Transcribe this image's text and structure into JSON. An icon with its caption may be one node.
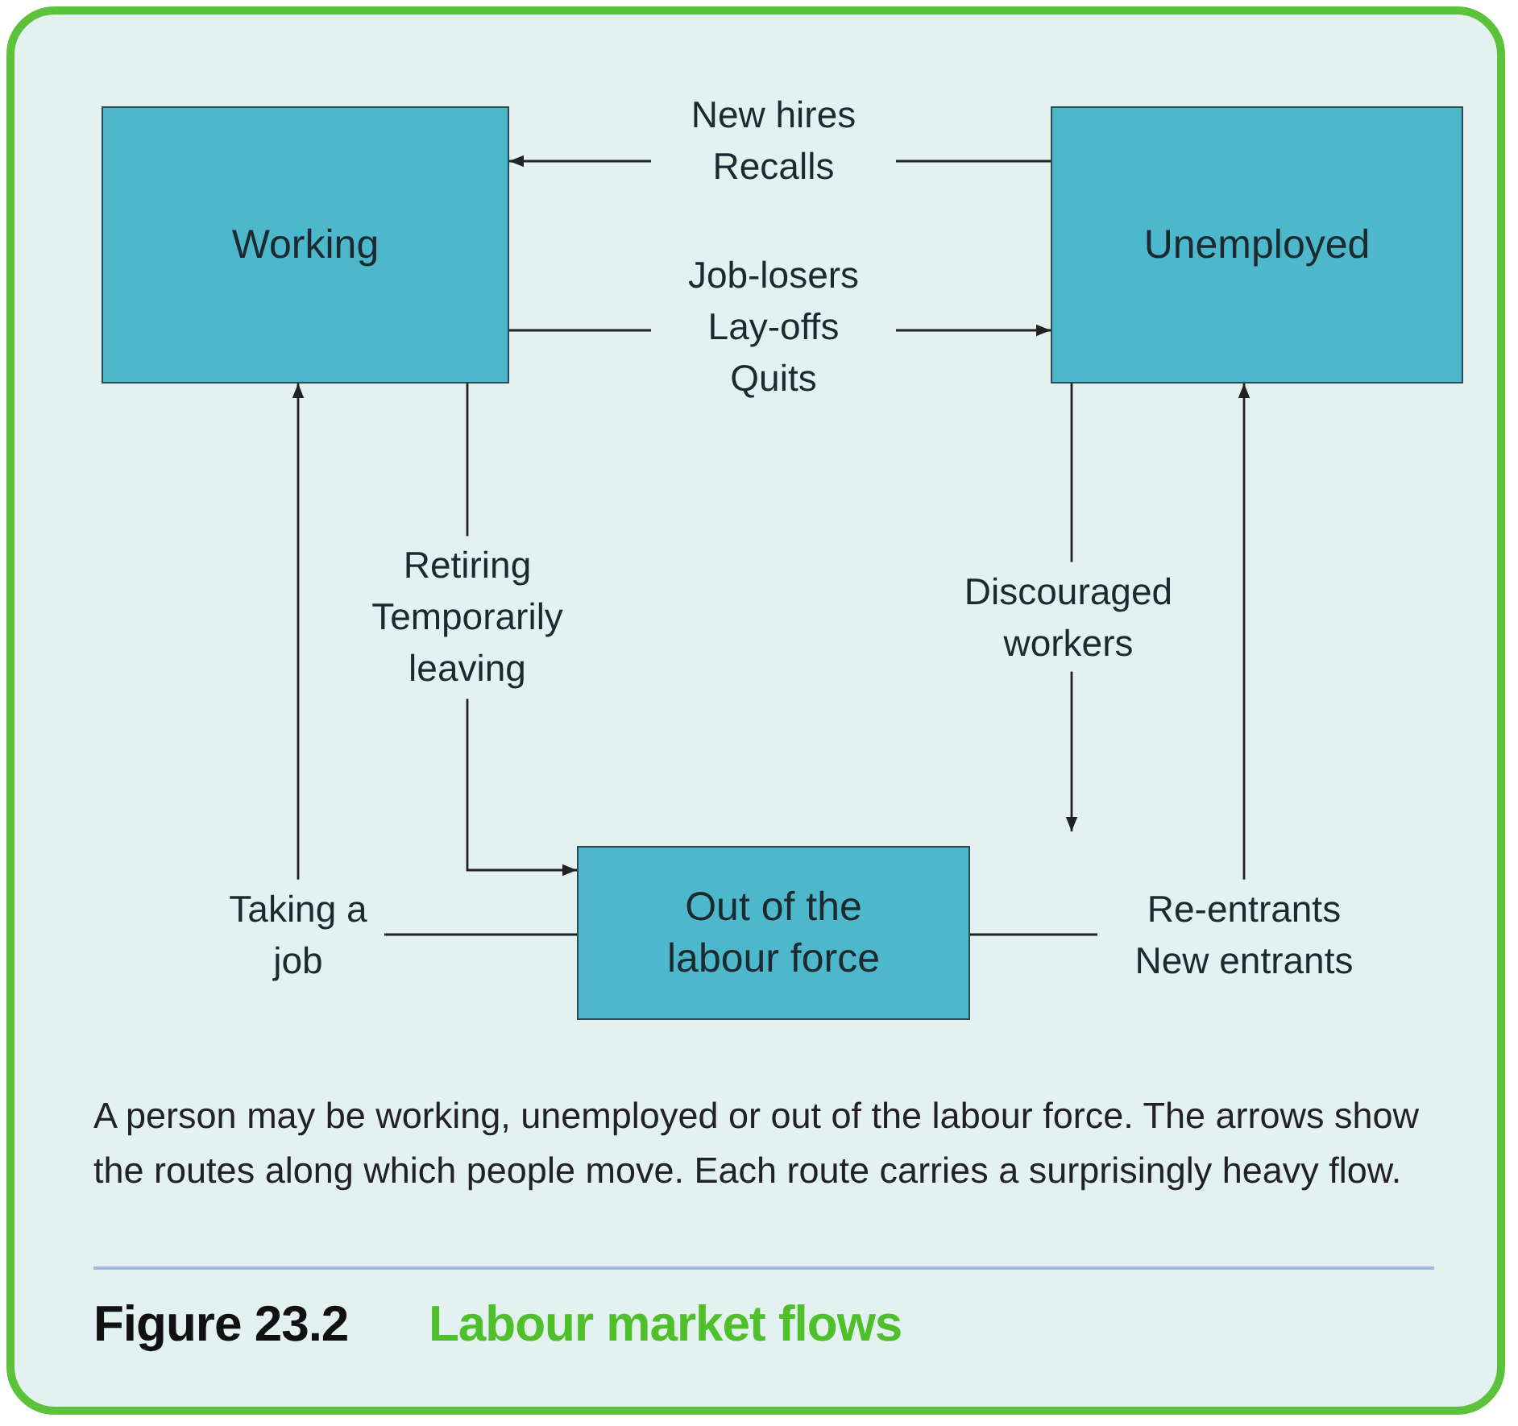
{
  "diagram": {
    "title": "Labour market flows",
    "caption": "A person may be working, unemployed or out of the labour force. The arrows show the routes along which people move. Each route carries a surprisingly heavy flow.",
    "nodes": [
      {
        "text": [
          "Working"
        ]
      },
      {
        "text": [
          "Unemployed"
        ]
      },
      {
        "text": [
          "Out of the labour force"
        ]
      }
    ],
    "edges": [
      {
        "from": 1,
        "to": 0,
        "arrow": "to",
        "label": "New hires Recalls"
      },
      {
        "from": 0,
        "to": 1,
        "arrow": "to",
        "label": "Job-losers Lay-offs Quits"
      },
      {
        "from": 0,
        "to": 2,
        "arrow": "to",
        "label": "Retiring Temporarily leaving"
      },
      {
        "from": 1,
        "to": null,
        "arrow": "to",
        "label": "Discouraged workers"
      },
      {
        "from": 2,
        "to": 0,
        "arrow": "to",
        "label": "Taking a job"
      },
      {
        "from": 2,
        "to": 1,
        "arrow": "to",
        "label": "Re-entrants New entrants"
      }
    ],
    "labels": [
      "Figure 23.2"
    ]
  }
}
